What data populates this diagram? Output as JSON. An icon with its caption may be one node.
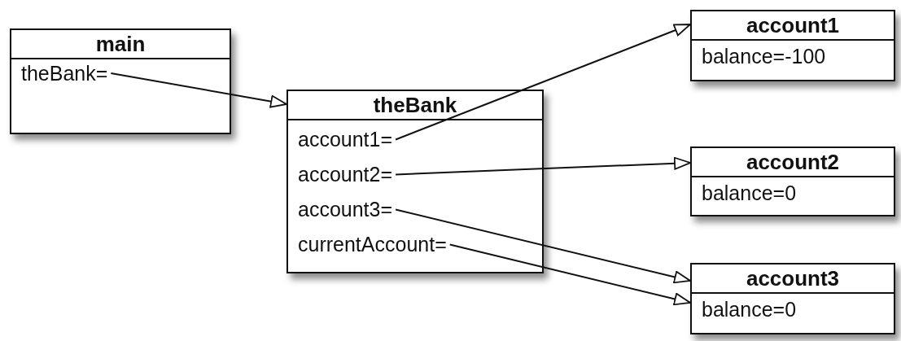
{
  "diagram": {
    "nodes": [
      {
        "text": [
          "main"
        ]
      },
      {
        "text": [
          "theBank="
        ],
        "in": 0
      },
      {
        "text": [
          "theBank"
        ]
      },
      {
        "text": [
          "account1="
        ],
        "in": 2
      },
      {
        "text": [
          "account2="
        ],
        "in": 2
      },
      {
        "text": [
          "account3="
        ],
        "in": 2
      },
      {
        "text": [
          "currentAccount="
        ],
        "in": 2
      },
      {
        "text": [
          "account1"
        ]
      },
      {
        "text": [
          "balance=-100"
        ],
        "in": 7
      },
      {
        "text": [
          "account2"
        ]
      },
      {
        "text": [
          "balance=0"
        ],
        "in": 9
      },
      {
        "text": [
          "account3"
        ]
      },
      {
        "text": [
          "balance=0"
        ],
        "in": 11
      }
    ],
    "edges": [
      {
        "from": 1,
        "to": 2,
        "arrow": "to"
      },
      {
        "from": 3,
        "to": 7,
        "arrow": "to"
      },
      {
        "from": 4,
        "to": 9,
        "arrow": "to"
      },
      {
        "from": 5,
        "to": 11,
        "arrow": "to"
      },
      {
        "from": 6,
        "to": 11,
        "arrow": "to"
      }
    ]
  }
}
